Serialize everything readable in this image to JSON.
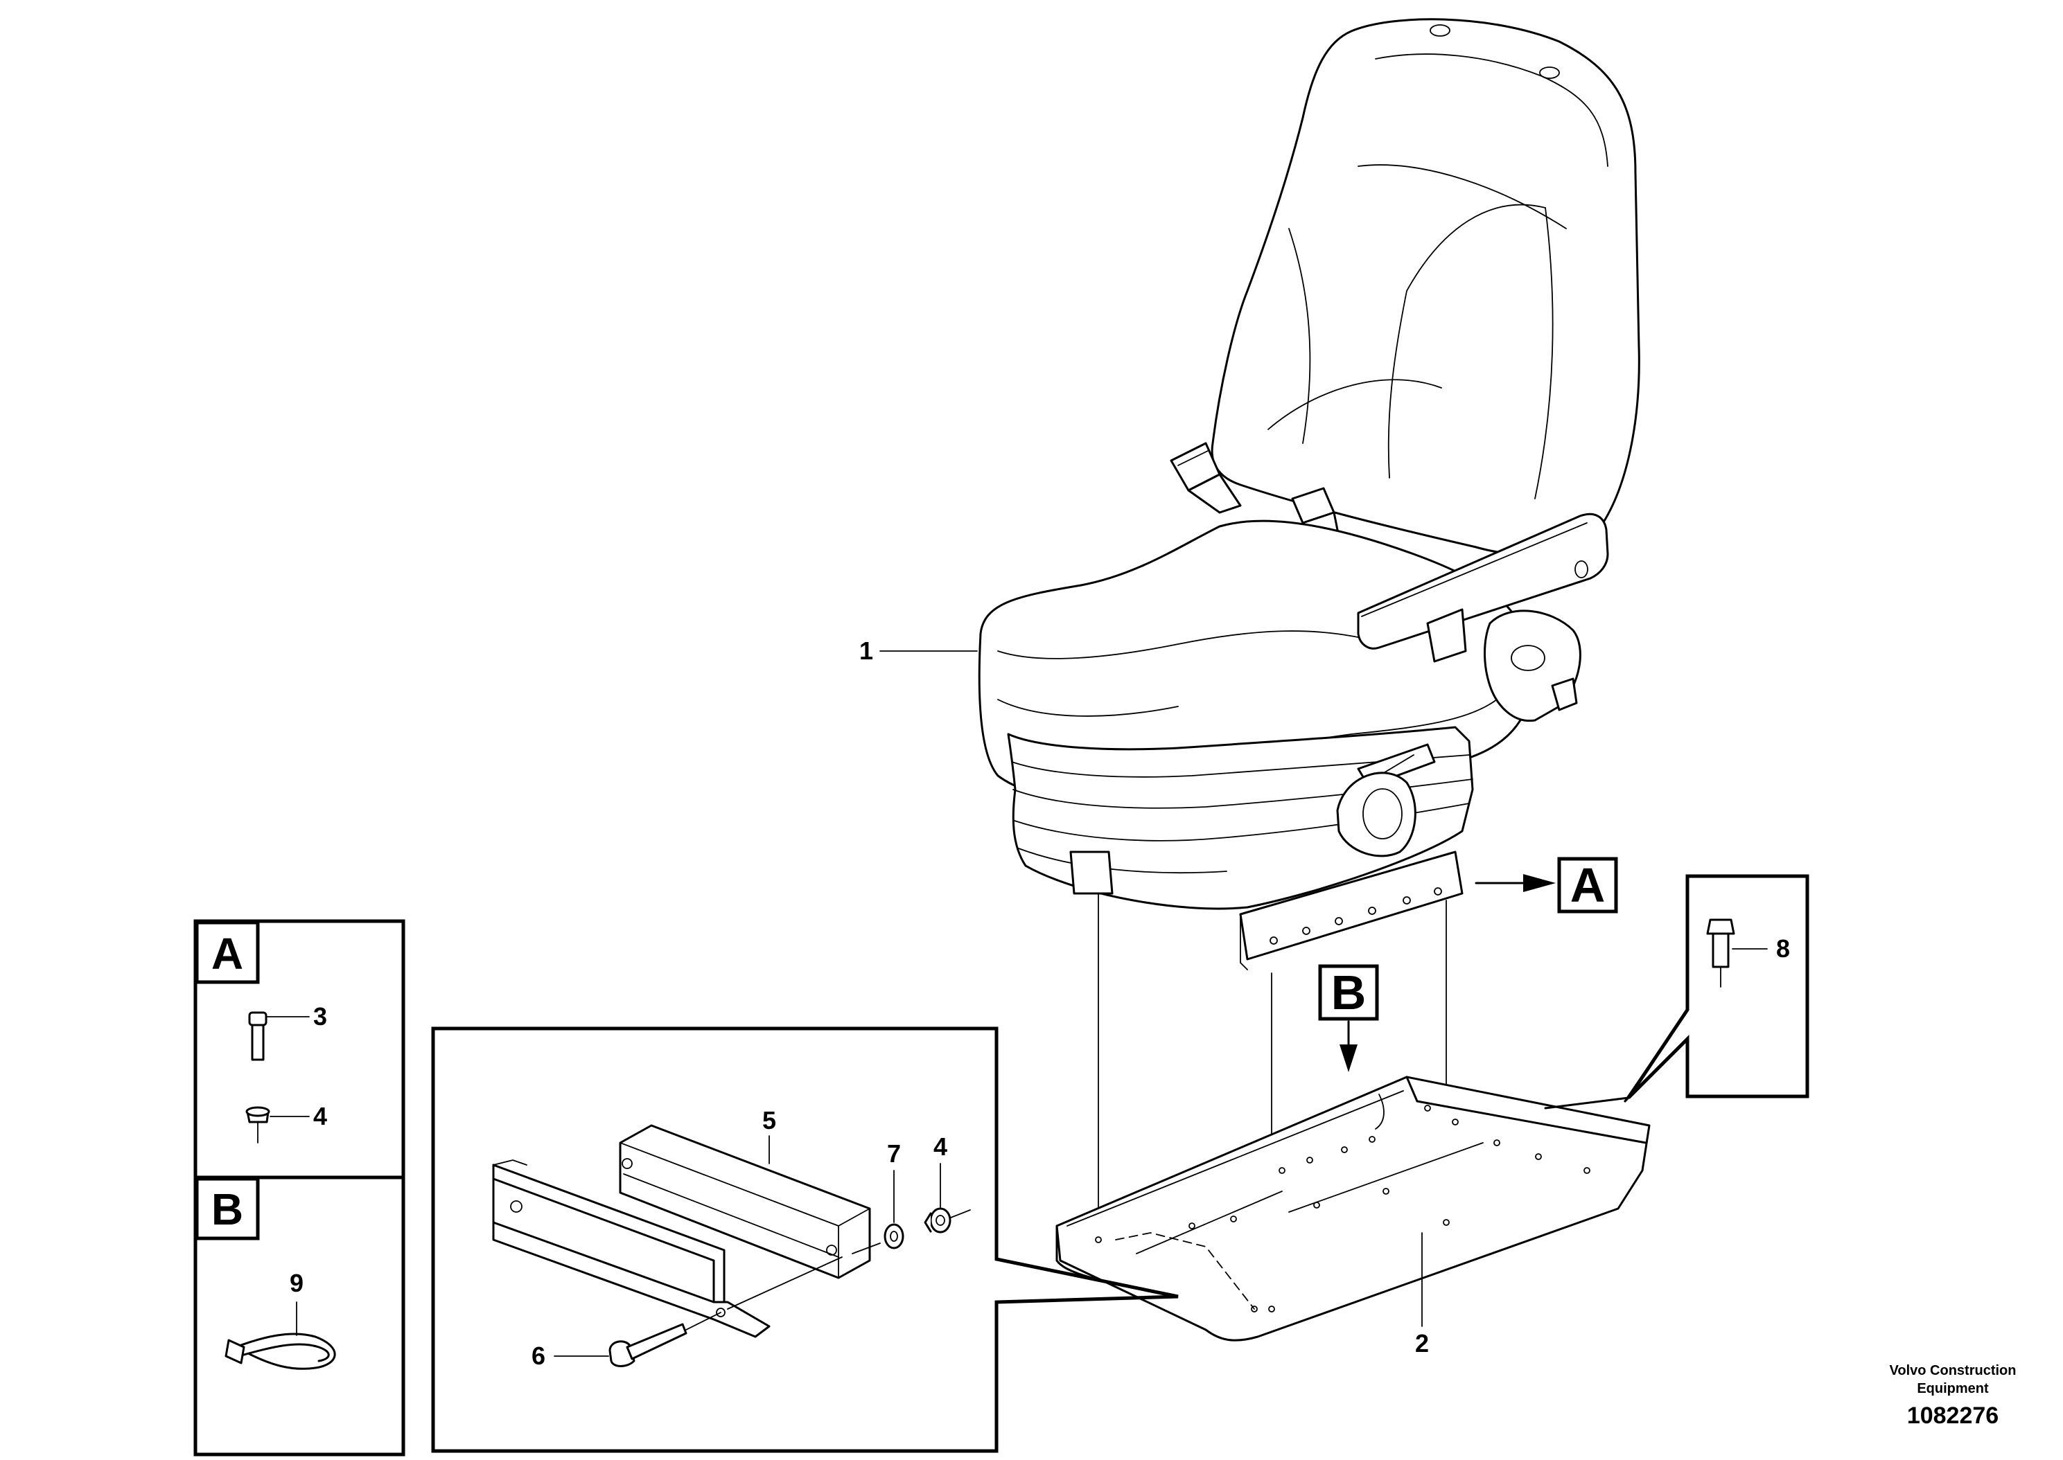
{
  "callouts": {
    "c1": "1",
    "c2": "2",
    "c3": "3",
    "c4a": "4",
    "c4b": "4",
    "c5": "5",
    "c6": "6",
    "c7": "7",
    "c8": "8",
    "c9": "9"
  },
  "views": {
    "a_main": "A",
    "b_main": "B",
    "a_detail": "A",
    "b_detail": "B"
  },
  "credit": {
    "line1": "Volvo Construction",
    "line2": "Equipment",
    "doc_number": "1082276"
  }
}
